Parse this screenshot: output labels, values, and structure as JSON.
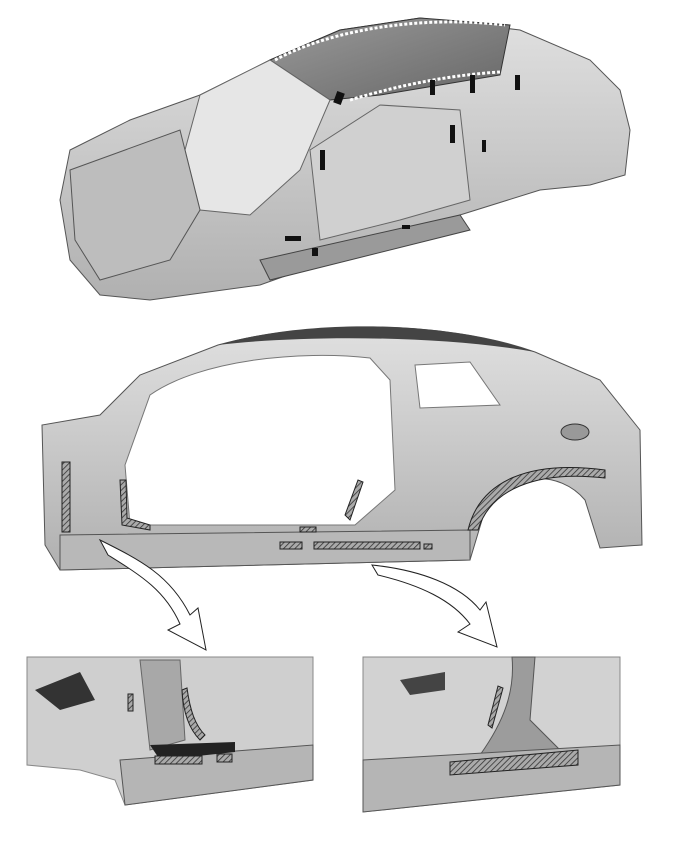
{
  "figure": {
    "views": [
      {
        "id": "isometric-body-view",
        "description_visible_text": ""
      },
      {
        "id": "side-body-view",
        "description_visible_text": ""
      },
      {
        "id": "detail-front-pillar",
        "description_visible_text": ""
      },
      {
        "id": "detail-center-pillar",
        "description_visible_text": ""
      }
    ],
    "colors": {
      "body": "#c8c8c8",
      "body_dark": "#8a8a8a",
      "roof": "#7a7a7a",
      "hatch": "#555555",
      "outline": "#222222",
      "arrow_fill": "#ffffff"
    },
    "icons": [
      "callout-arrow-icon",
      "callout-arrow-icon"
    ]
  }
}
